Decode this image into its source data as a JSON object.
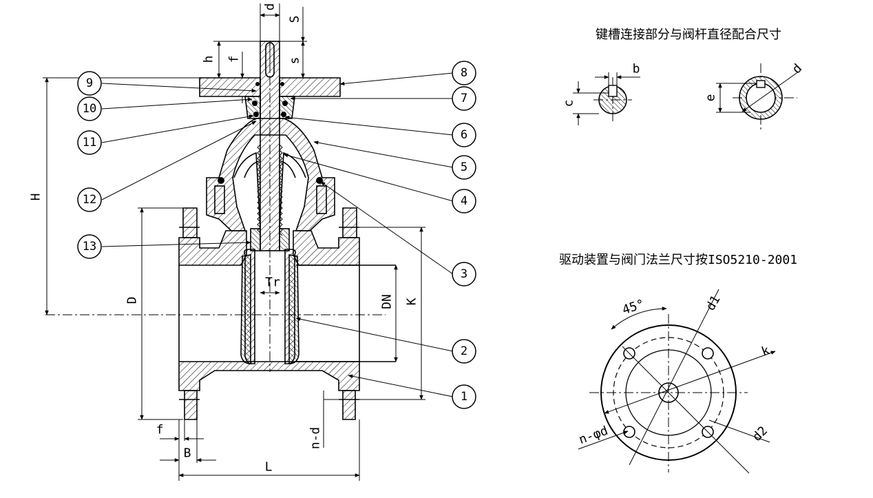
{
  "captions": {
    "keyway": "键槽连接部分与阀杆直径配合尺寸",
    "flange": "驱动装置与阀门法兰尺寸按ISO5210-2001"
  },
  "dims": {
    "d": "d",
    "s_top": "S",
    "s": "s",
    "h": "h",
    "f": "f",
    "H": "H",
    "D": "D",
    "DN": "DN",
    "K": "K",
    "Tr": "Tr",
    "n_d": "n-d",
    "f_bottom": "f",
    "B": "B",
    "L": "L",
    "b": "b",
    "c": "c",
    "e": "e",
    "d_key": "d",
    "deg": "45°",
    "d1": "d1",
    "k": "k",
    "d2": "d2",
    "n_phi_d": "n-φd"
  },
  "parts": [
    "1",
    "2",
    "3",
    "4",
    "5",
    "6",
    "7",
    "8",
    "9",
    "10",
    "11",
    "12",
    "13"
  ]
}
